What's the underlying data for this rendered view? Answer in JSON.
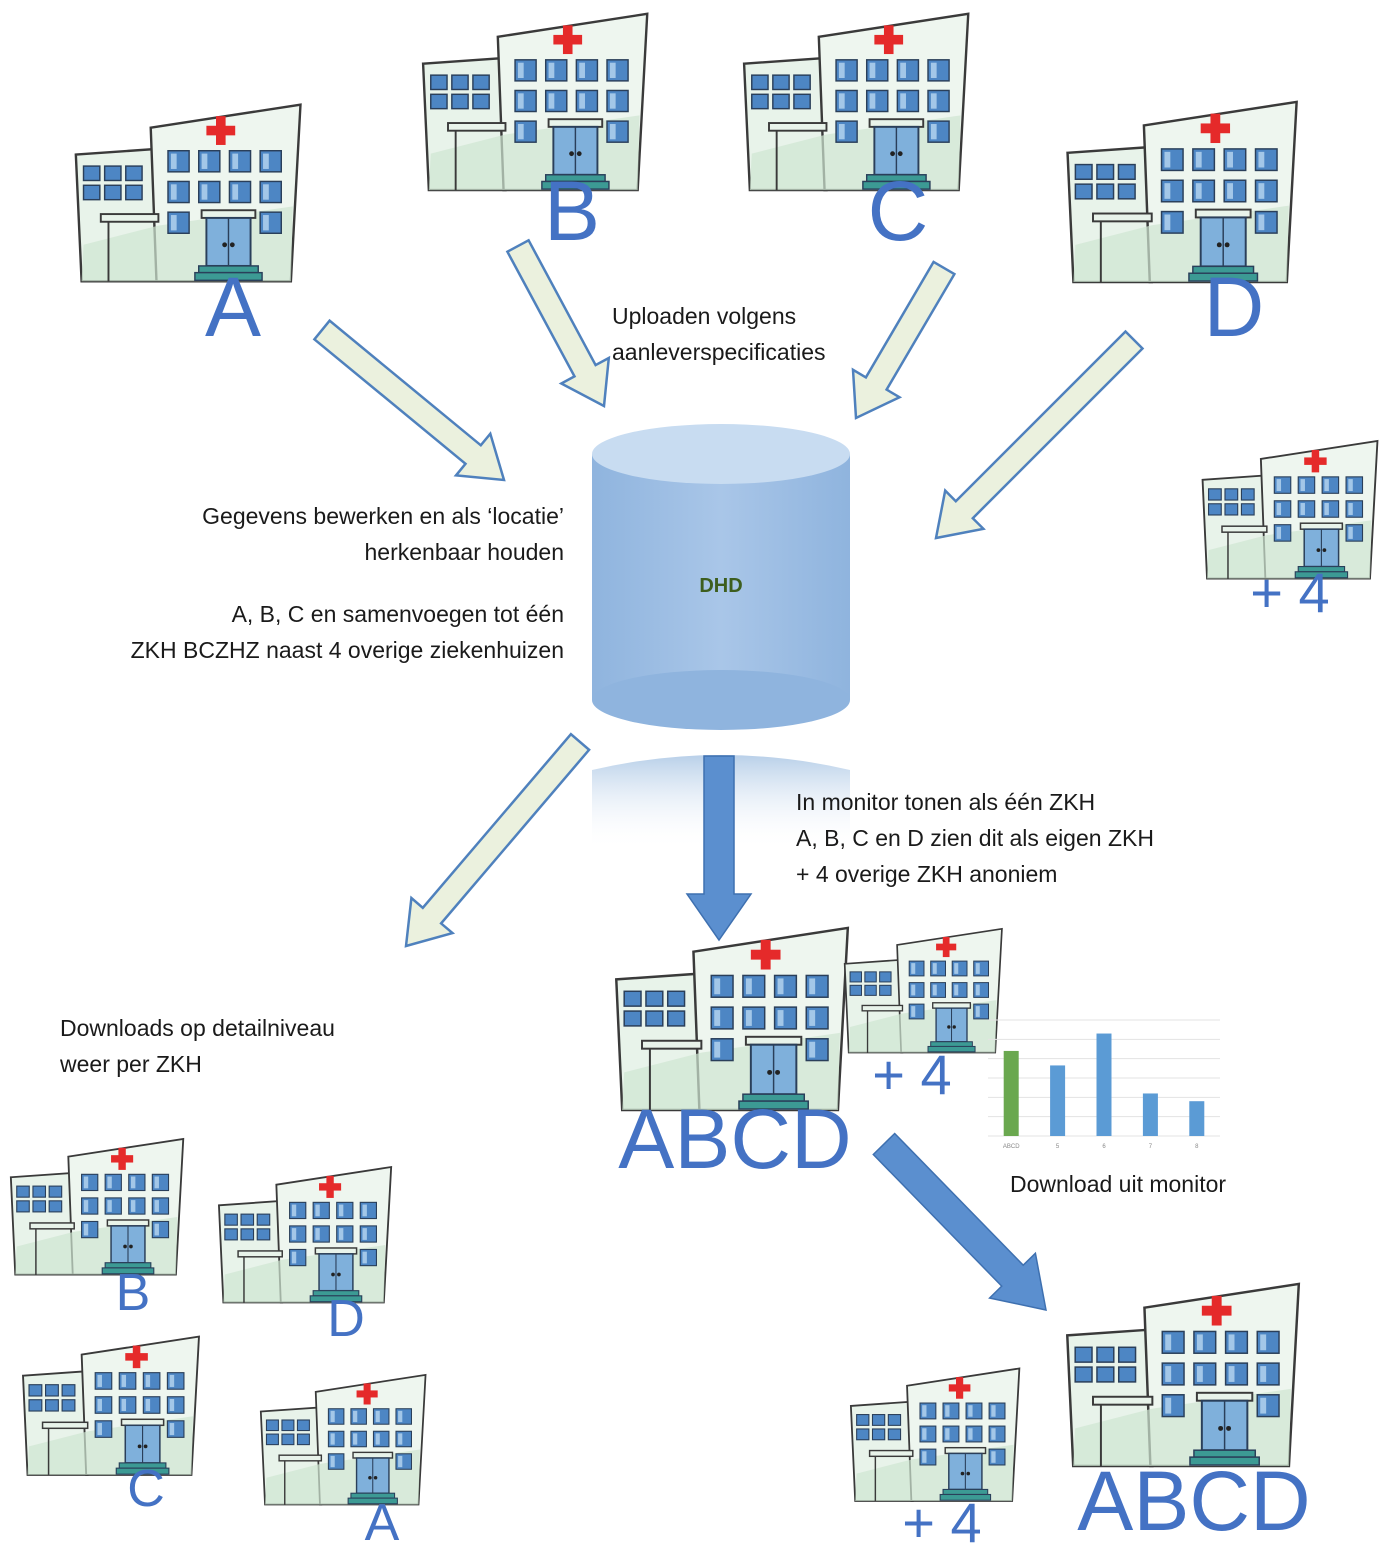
{
  "hospital_labels": {
    "a": "A",
    "b": "B",
    "c": "C",
    "d": "D",
    "plus_four": "+ 4",
    "abcd": "ABCD",
    "plus_four_monitor": "+ 4",
    "abcd_download": "ABCD",
    "plus_four_download": "+ 4",
    "dl_b": "B",
    "dl_d": "D",
    "dl_c": "C",
    "dl_a": "A"
  },
  "database_label": "DHD",
  "texts": {
    "upload": [
      "Uploaden volgens",
      "aanleverspecificaties"
    ],
    "process": [
      "Gegevens bewerken en als ‘locatie’",
      "herkenbaar houden"
    ],
    "merge": [
      "A, B, C en samenvoegen tot één",
      "ZKH BCZHZ naast 4 overige ziekenhuizen"
    ],
    "monitor": [
      "In monitor tonen als één ZKH",
      "A, B, C en D zien dit als eigen ZKH",
      "+ 4 overige ZKH anoniem"
    ],
    "downloads": [
      "Downloads op detailniveau",
      "weer per ZKH"
    ],
    "download_monitor": "Download uit monitor"
  },
  "chart_data": {
    "type": "bar",
    "categories": [
      "ABCD",
      "5",
      "6",
      "7",
      "8"
    ],
    "values": [
      8.8,
      7.3,
      10.6,
      4.4,
      3.6
    ],
    "highlight_color": "#6aa84f",
    "bar_color": "#5b9bd5",
    "grid": true,
    "ylim": [
      0,
      12
    ]
  },
  "colors": {
    "label_blue": "#4472c4",
    "upload_arrow_fill": "#ebf1de",
    "upload_arrow_stroke": "#4f81bd",
    "flow_arrow_fill": "#5b8fcf",
    "db_fill": "#a9c6e8",
    "db_label": "#3d5e1e"
  }
}
